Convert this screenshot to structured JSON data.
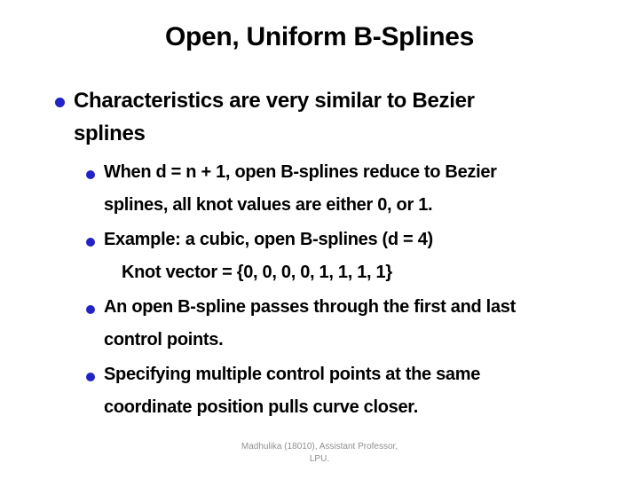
{
  "slide": {
    "title": "Open, Uniform B-Splines",
    "bullet_color": "#2222cc",
    "text_color": "#000000",
    "footer_color": "#8f8f8f",
    "main_bullet": {
      "lines": [
        "Characteristics are very similar to Bezier",
        "splines"
      ]
    },
    "sub_bullets": [
      {
        "lines": [
          "When d = n + 1, open B-splines reduce to Bezier",
          "splines, all knot values are either 0, or 1."
        ]
      },
      {
        "lines": [
          "Example: a cubic, open B-splines (d = 4)"
        ],
        "continuation": "Knot vector = {0, 0, 0, 0, 1, 1, 1, 1}"
      },
      {
        "lines": [
          "An open B-spline passes through the first and last",
          "control points."
        ]
      },
      {
        "lines": [
          "Specifying multiple control points at the same",
          "coordinate position pulls curve closer."
        ]
      }
    ],
    "footer": {
      "lines": [
        "Madhulika (18010), Assistant Professor,",
        "LPU."
      ]
    }
  }
}
